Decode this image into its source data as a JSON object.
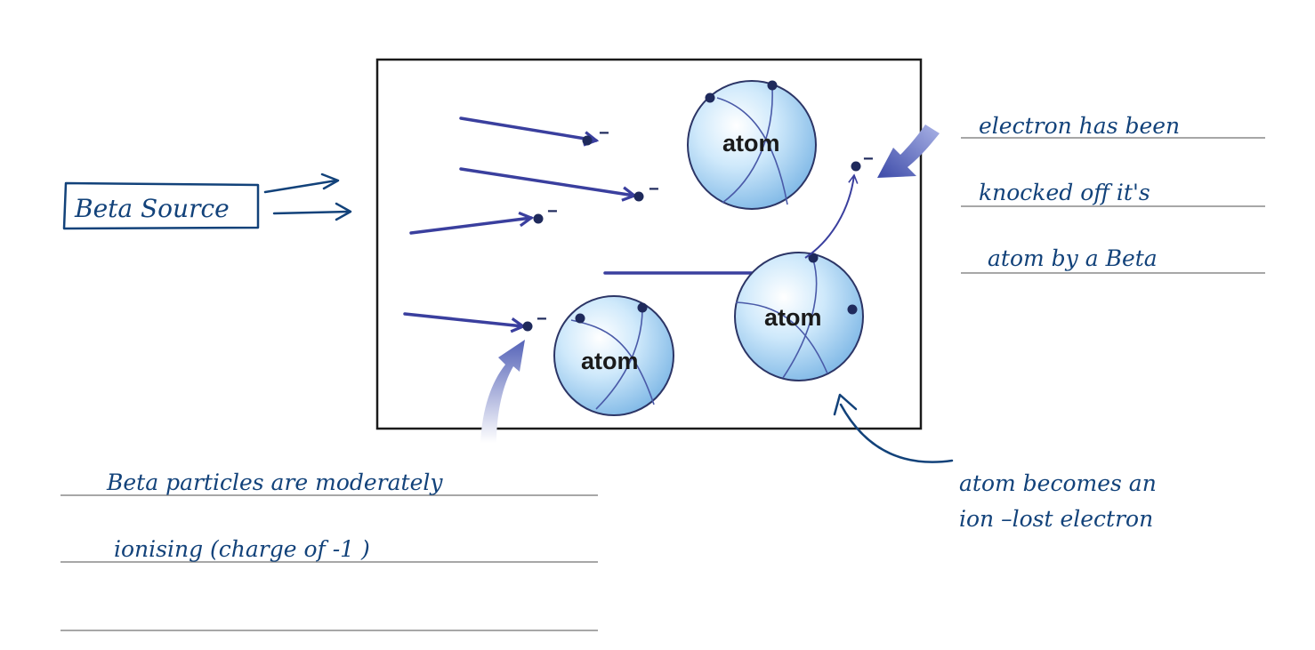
{
  "diagram": {
    "atom_label": "atom",
    "electron_charge": "−",
    "source_label": "Beta Source",
    "note_right": [
      "electron has been",
      "knocked off it's",
      "atom by a Beta"
    ],
    "note_ion": [
      "atom becomes an",
      "ion –lost electron"
    ],
    "note_bottom": [
      "Beta particles are moderately",
      "ionising (charge of -1 )"
    ]
  },
  "colors": {
    "ink": "#12427a",
    "beta_arrow": "#3a3f9e",
    "electron": "#1f2a5c",
    "atom_fill": "#bfe0f7",
    "ruled_line": "#8a8a8a"
  }
}
